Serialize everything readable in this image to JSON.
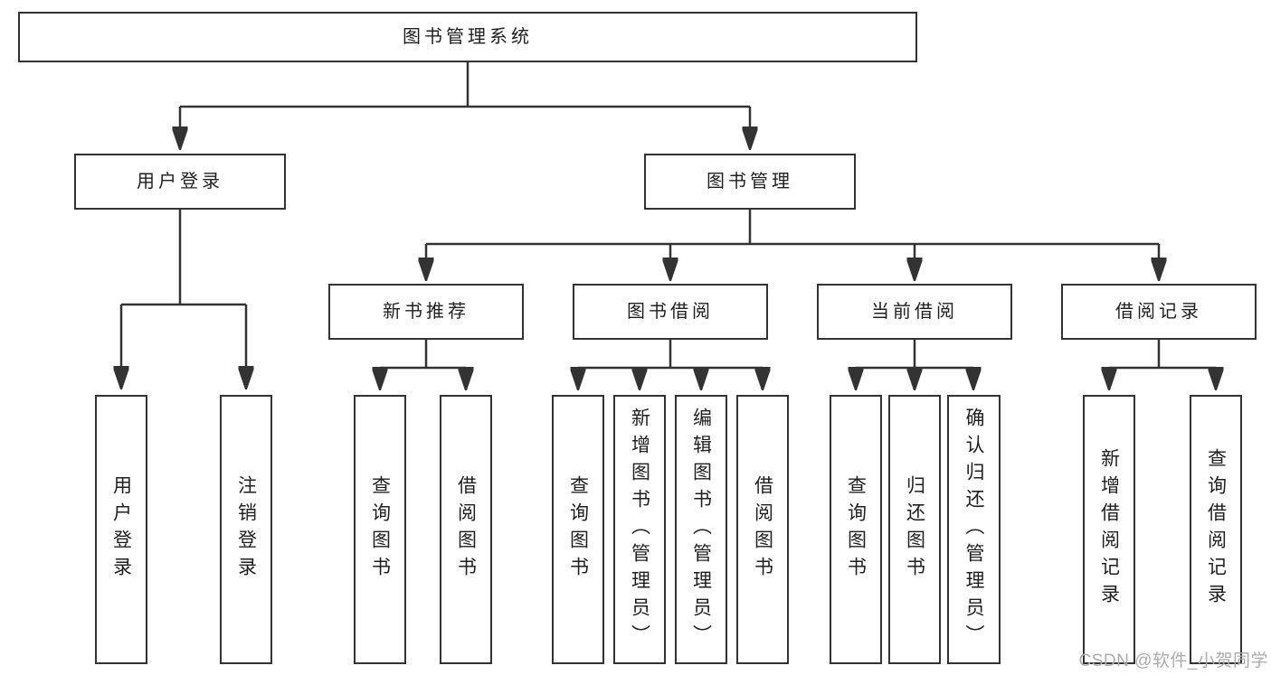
{
  "diagram": {
    "root": {
      "label": "图书管理系统"
    },
    "level2": [
      {
        "label": "用户登录"
      },
      {
        "label": "图书管理"
      }
    ],
    "level3": [
      {
        "label": "新书推荐"
      },
      {
        "label": "图书借阅"
      },
      {
        "label": "当前借阅"
      },
      {
        "label": "借阅记录"
      }
    ],
    "leaf_groups": [
      {
        "items": [
          {
            "label": "用户登录"
          },
          {
            "label": "注销登录"
          }
        ]
      },
      {
        "items": [
          {
            "label": "查询图书"
          },
          {
            "label": "借阅图书"
          }
        ]
      },
      {
        "items": [
          {
            "label": "查询图书"
          },
          {
            "label": "新增图书（管理员）"
          },
          {
            "label": "编辑图书（管理员）"
          },
          {
            "label": "借阅图书"
          }
        ]
      },
      {
        "items": [
          {
            "label": "查询图书"
          },
          {
            "label": "归还图书"
          },
          {
            "label": "确认归还（管理员）"
          }
        ]
      },
      {
        "items": [
          {
            "label": "新增借阅记录"
          },
          {
            "label": "查询借阅记录"
          }
        ]
      }
    ]
  },
  "watermark": {
    "text": "CSDN @软件_小贺同学"
  },
  "colors": {
    "line": "#333333",
    "box-border": "#333333",
    "text": "#1f1f1f",
    "background": "#ffffff",
    "watermark": "#acacac"
  }
}
